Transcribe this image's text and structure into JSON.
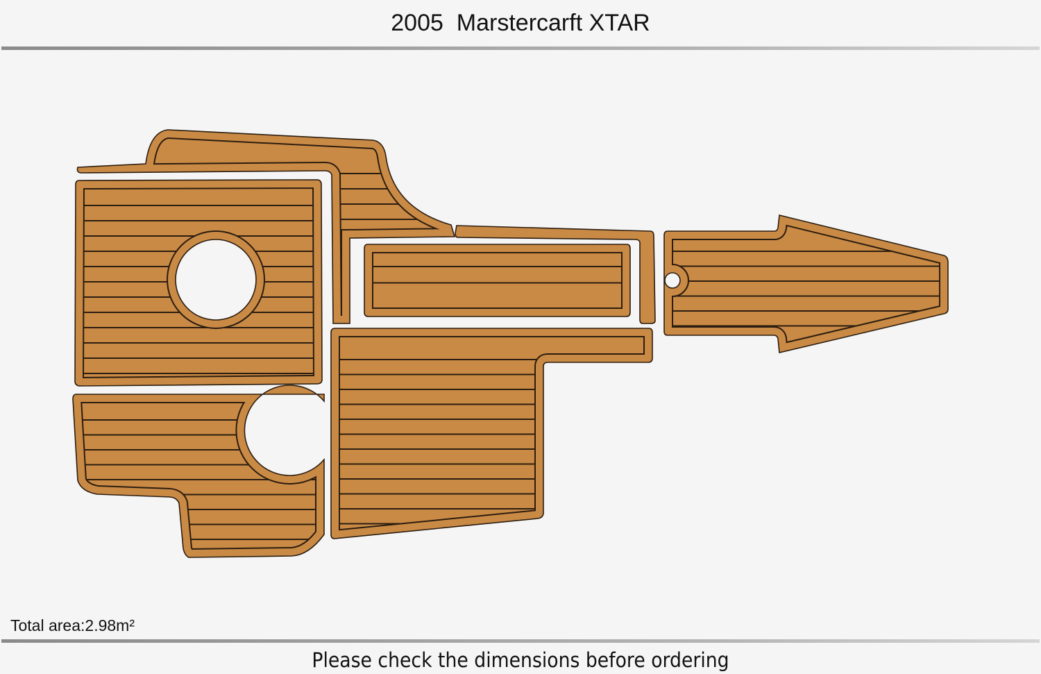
{
  "header": {
    "title": "2005  Marstercarft XTAR"
  },
  "diagram": {
    "pieces": [
      "top-left-strip",
      "left-main-panel",
      "bottom-left-panel",
      "center-top-frame",
      "center-inner-panel",
      "center-bottom-panel",
      "bow-arrow-panel"
    ],
    "colors": {
      "teak": "#c98a45",
      "groove": "#2b1d10",
      "background": "#f5f5f5"
    }
  },
  "footer": {
    "total_area": "Total area:2.98m²",
    "note": "Please check the dimensions before ordering"
  }
}
